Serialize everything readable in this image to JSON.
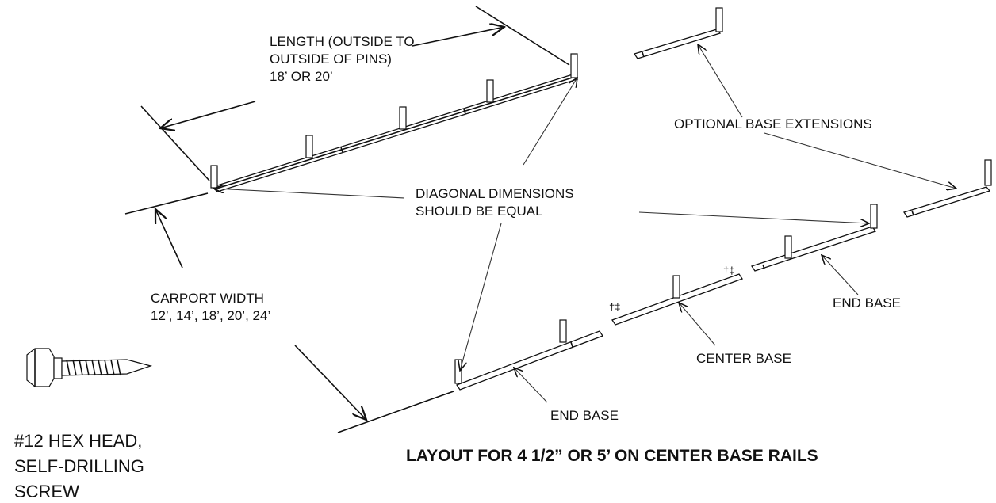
{
  "labels": {
    "length": [
      "LENGTH (OUTSIDE TO",
      "OUTSIDE OF PINS)",
      "18’ OR 20’"
    ],
    "width": [
      "CARPORT WIDTH",
      "12’, 14’, 18’, 20’, 24’"
    ],
    "diagonal": [
      "DIAGONAL DIMENSIONS",
      "SHOULD BE EQUAL"
    ],
    "extensions": "OPTIONAL BASE EXTENSIONS",
    "end_base_right": "END BASE",
    "center_base": "CENTER BASE",
    "end_base_bottom": "END BASE",
    "screw": [
      "#12 HEX HEAD,",
      "SELF-DRILLING",
      "SCREW"
    ]
  },
  "title": "LAYOUT FOR 4 1/2” OR 5’ ON CENTER BASE RAILS",
  "icons": [
    "hex-head-screw-icon",
    "rail-pin-icon",
    "arrow-icon"
  ],
  "colors": {
    "line": "#111111",
    "background": "#ffffff"
  }
}
